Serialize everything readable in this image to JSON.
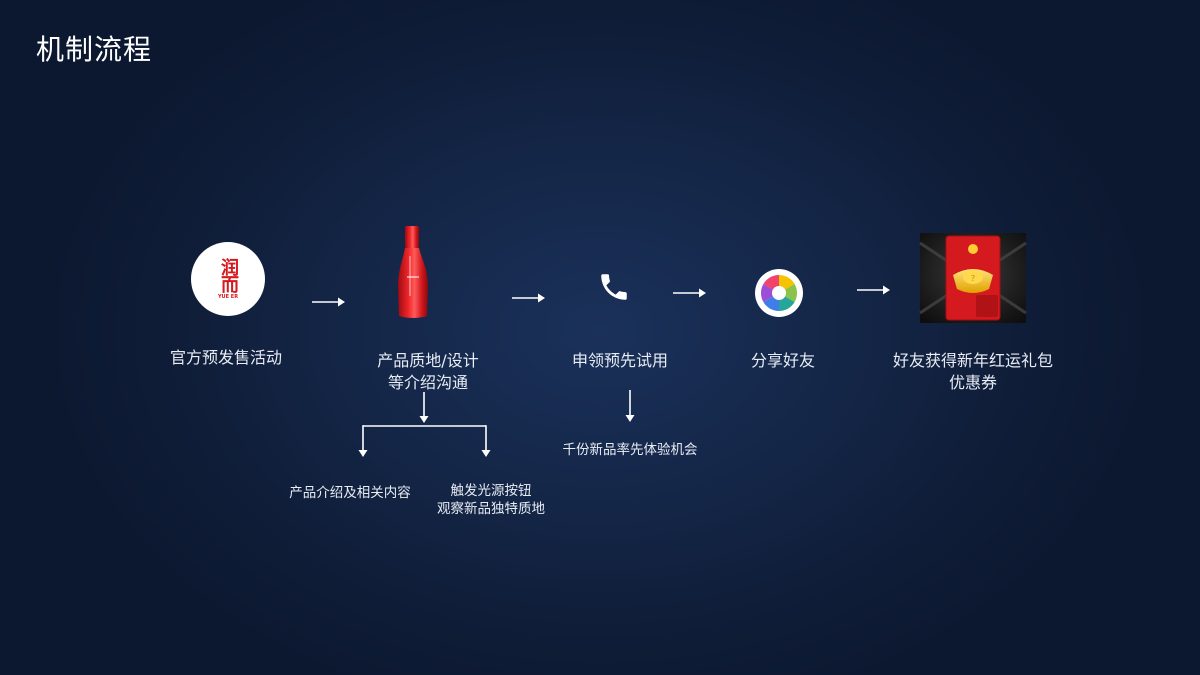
{
  "title": "机制流程",
  "brand": {
    "logo_text": "润而",
    "logo_sub": "YUE ER",
    "accent": "#d41a1e"
  },
  "steps": [
    {
      "label": "官方预发售活动",
      "icon": "brand-logo-icon"
    },
    {
      "label_line1": "产品质地/设计",
      "label_line2": "等介绍沟通",
      "icon": "red-bottle-icon"
    },
    {
      "label": "申领预先试用",
      "icon": "phone-icon"
    },
    {
      "label": "分享好友",
      "icon": "camera-aperture-icon"
    },
    {
      "label_line1": "好友获得新年红运礼包",
      "label_line2": "优惠券",
      "icon": "red-envelope-icon"
    }
  ],
  "branches": {
    "left": "产品介绍及相关内容",
    "right_line1": "触发光源按钮",
    "right_line2": "观察新品独特质地",
    "trial": "千份新品率先体验机会"
  }
}
